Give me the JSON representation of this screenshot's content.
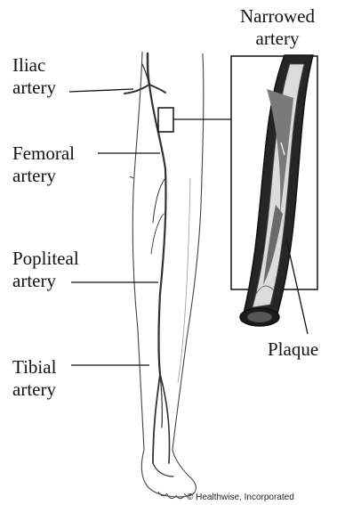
{
  "labels": {
    "iliac": [
      "Iliac",
      "artery"
    ],
    "femoral": [
      "Femoral",
      "artery"
    ],
    "popliteal": [
      "Popliteal",
      "artery"
    ],
    "tibial": [
      "Tibial",
      "artery"
    ],
    "narrowed": [
      "Narrowed",
      "artery"
    ],
    "plaque": "Plaque"
  },
  "credit": "© Healthwise, Incorporated"
}
